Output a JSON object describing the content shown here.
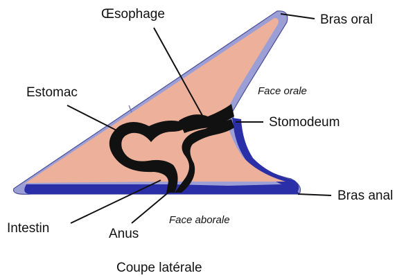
{
  "diagram": {
    "labels": {
      "bras_oral": "Bras oral",
      "oesophage": "Œsophage",
      "estomac": "Estomac",
      "face_orale": "Face orale",
      "stomodeum": "Stomodeum",
      "bras_anal": "Bras anal",
      "intestin": "Intestin",
      "anus": "Anus",
      "face_aborale": "Face aborale"
    },
    "caption": "Coupe latérale",
    "colors": {
      "body_fill": "#EDB19B",
      "outer_layer": "#9C9FD6",
      "aboral_layer": "#2A2FA8",
      "gut": "#111111",
      "leader_lines": "#111111"
    }
  }
}
